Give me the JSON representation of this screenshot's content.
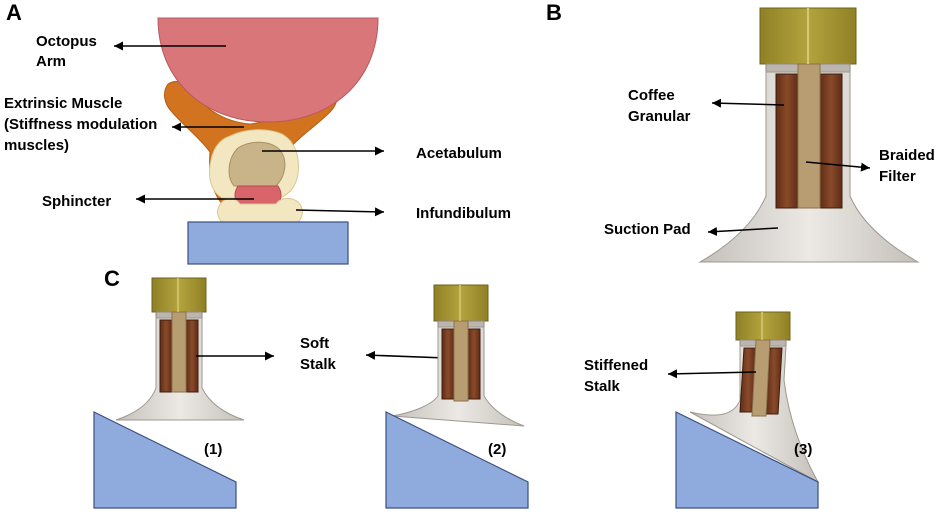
{
  "panels": {
    "a": "A",
    "b": "B",
    "c": "C"
  },
  "labels": {
    "octopus_arm": [
      "Octopus",
      "Arm"
    ],
    "extrinsic_muscle": [
      "Extrinsic Muscle",
      "(Stiffness modulation",
      "muscles)"
    ],
    "acetabulum": "Acetabulum",
    "sphincter": "Sphincter",
    "infundibulum": "Infundibulum",
    "coffee_granular": [
      "Coffee",
      "Granular"
    ],
    "braided_filter": [
      "Braided",
      "Filter"
    ],
    "suction_pad": "Suction Pad",
    "soft_stalk": [
      "Soft",
      "Stalk"
    ],
    "stiffened_stalk": [
      "Stiffened",
      "Stalk"
    ],
    "case_1": "(1)",
    "case_2": "(2)",
    "case_3": "(3)"
  },
  "colors": {
    "arm": "#d9767a",
    "muscle": "#d2731f",
    "acetabulum_outer": "#f3e7c2",
    "acetabulum_inner": "#c9b48a",
    "sphincter": "#d9646a",
    "substrate": "#8faadc",
    "cap": "#a69634",
    "coffee": "#7a3e22",
    "filter": "#b89d72",
    "pad": "#d8d4cf"
  }
}
